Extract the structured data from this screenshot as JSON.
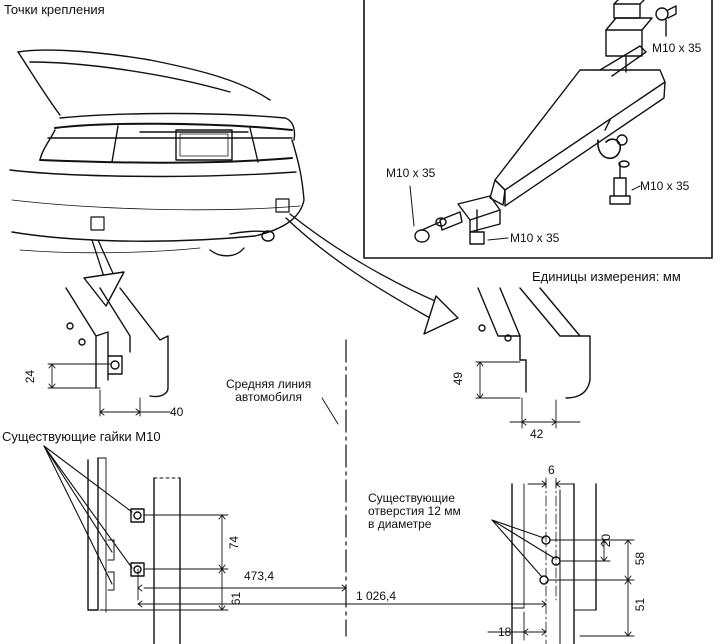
{
  "title": "Точки крепления",
  "units": "Единицы измерения: мм",
  "bolts": {
    "top_right": "M10 x 35",
    "mid_left": "M10 x 35",
    "mid_right": "M10 x 35",
    "bottom": "M10 x 35"
  },
  "centerline_label": "Средняя линия\nавтомобиля",
  "existing_nuts": "Существующие гайки M10",
  "existing_holes": "Существующие\nотверстия 12 мм\nв диаметре",
  "dimensions": {
    "left_detail_height": "24",
    "left_detail_width": "40",
    "right_detail_height": "49",
    "right_detail_width": "42",
    "left_vertical_upper": "74",
    "left_vertical_lower": "61",
    "left_to_center": "473,4",
    "overall": "1 026,4",
    "right_top": "6",
    "right_upper": "20",
    "right_mid": "58",
    "right_lower": "51",
    "right_bottom": "18"
  }
}
